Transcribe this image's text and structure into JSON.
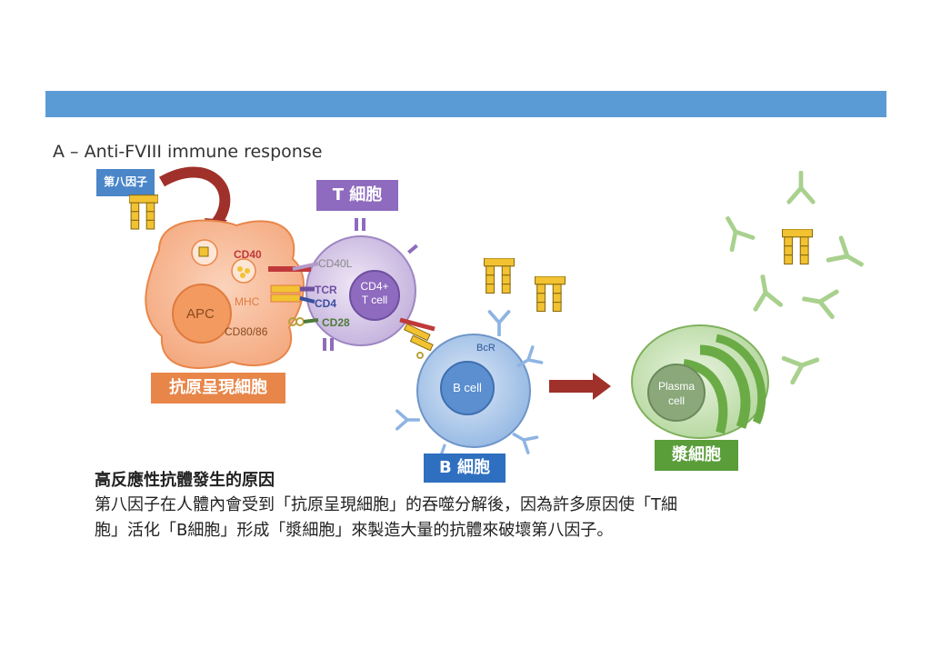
{
  "section_title": "A – Anti-FVIII immune response",
  "labels": {
    "factor8": "第八因子",
    "t_cell_zh": "T 細胞",
    "apc_zh": "抗原呈現細胞",
    "b_cell_zh": "B 細胞",
    "plasma_zh": "漿細胞",
    "apc": "APC",
    "cd40": "CD40",
    "mhc": "MHC",
    "cd8086": "CD80/86",
    "cd40l": "CD40L",
    "tcr": "TCR",
    "cd4": "CD4",
    "cd28": "CD28",
    "cd4_tcell_line1": "CD4+",
    "cd4_tcell_line2": "T cell",
    "bcr": "BcR",
    "b_cell": "B cell",
    "plasma_line1": "Plasma",
    "plasma_line2": "cell"
  },
  "colors": {
    "banner": "#5b9bd5",
    "apc": "#f4a97f",
    "tcell": "#b9a3d4",
    "bcell": "#8eb4e3",
    "plasma": "#a9d18e",
    "factor8": "#f2c232",
    "arrow": "#a0302a"
  },
  "caption": {
    "heading": "高反應性抗體發生的原因",
    "line1": "第八因子在人體內會受到「抗原呈現細胞」的吞噬分解後，因為許多原因使「T細",
    "line2": "胞」活化「B細胞」形成「漿細胞」來製造大量的抗體來破壞第八因子。"
  }
}
